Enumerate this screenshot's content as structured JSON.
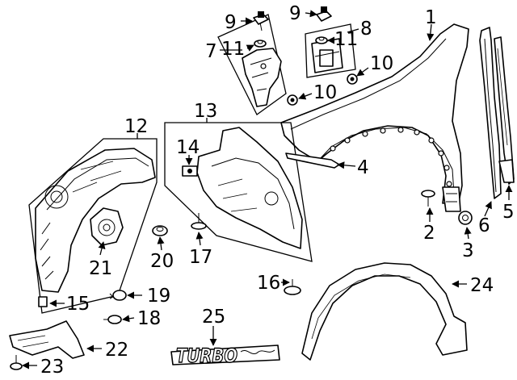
{
  "diagram": {
    "callouts": [
      {
        "id": "c1",
        "label": "1"
      },
      {
        "id": "c2",
        "label": "2"
      },
      {
        "id": "c3",
        "label": "3"
      },
      {
        "id": "c4",
        "label": "4"
      },
      {
        "id": "c5",
        "label": "5"
      },
      {
        "id": "c6",
        "label": "6"
      },
      {
        "id": "c7",
        "label": "7"
      },
      {
        "id": "c8",
        "label": "8"
      },
      {
        "id": "c9a",
        "label": "9"
      },
      {
        "id": "c9b",
        "label": "9"
      },
      {
        "id": "c10a",
        "label": "10"
      },
      {
        "id": "c10b",
        "label": "10"
      },
      {
        "id": "c11a",
        "label": "11"
      },
      {
        "id": "c11b",
        "label": "11"
      },
      {
        "id": "c12",
        "label": "12"
      },
      {
        "id": "c13",
        "label": "13"
      },
      {
        "id": "c14",
        "label": "14"
      },
      {
        "id": "c15",
        "label": "15"
      },
      {
        "id": "c16",
        "label": "16"
      },
      {
        "id": "c17",
        "label": "17"
      },
      {
        "id": "c18",
        "label": "18"
      },
      {
        "id": "c19",
        "label": "19"
      },
      {
        "id": "c20",
        "label": "20"
      },
      {
        "id": "c21",
        "label": "21"
      },
      {
        "id": "c22",
        "label": "22"
      },
      {
        "id": "c23",
        "label": "23"
      },
      {
        "id": "c24",
        "label": "24"
      },
      {
        "id": "c25",
        "label": "25"
      }
    ],
    "emblem_text": "TURBO"
  }
}
